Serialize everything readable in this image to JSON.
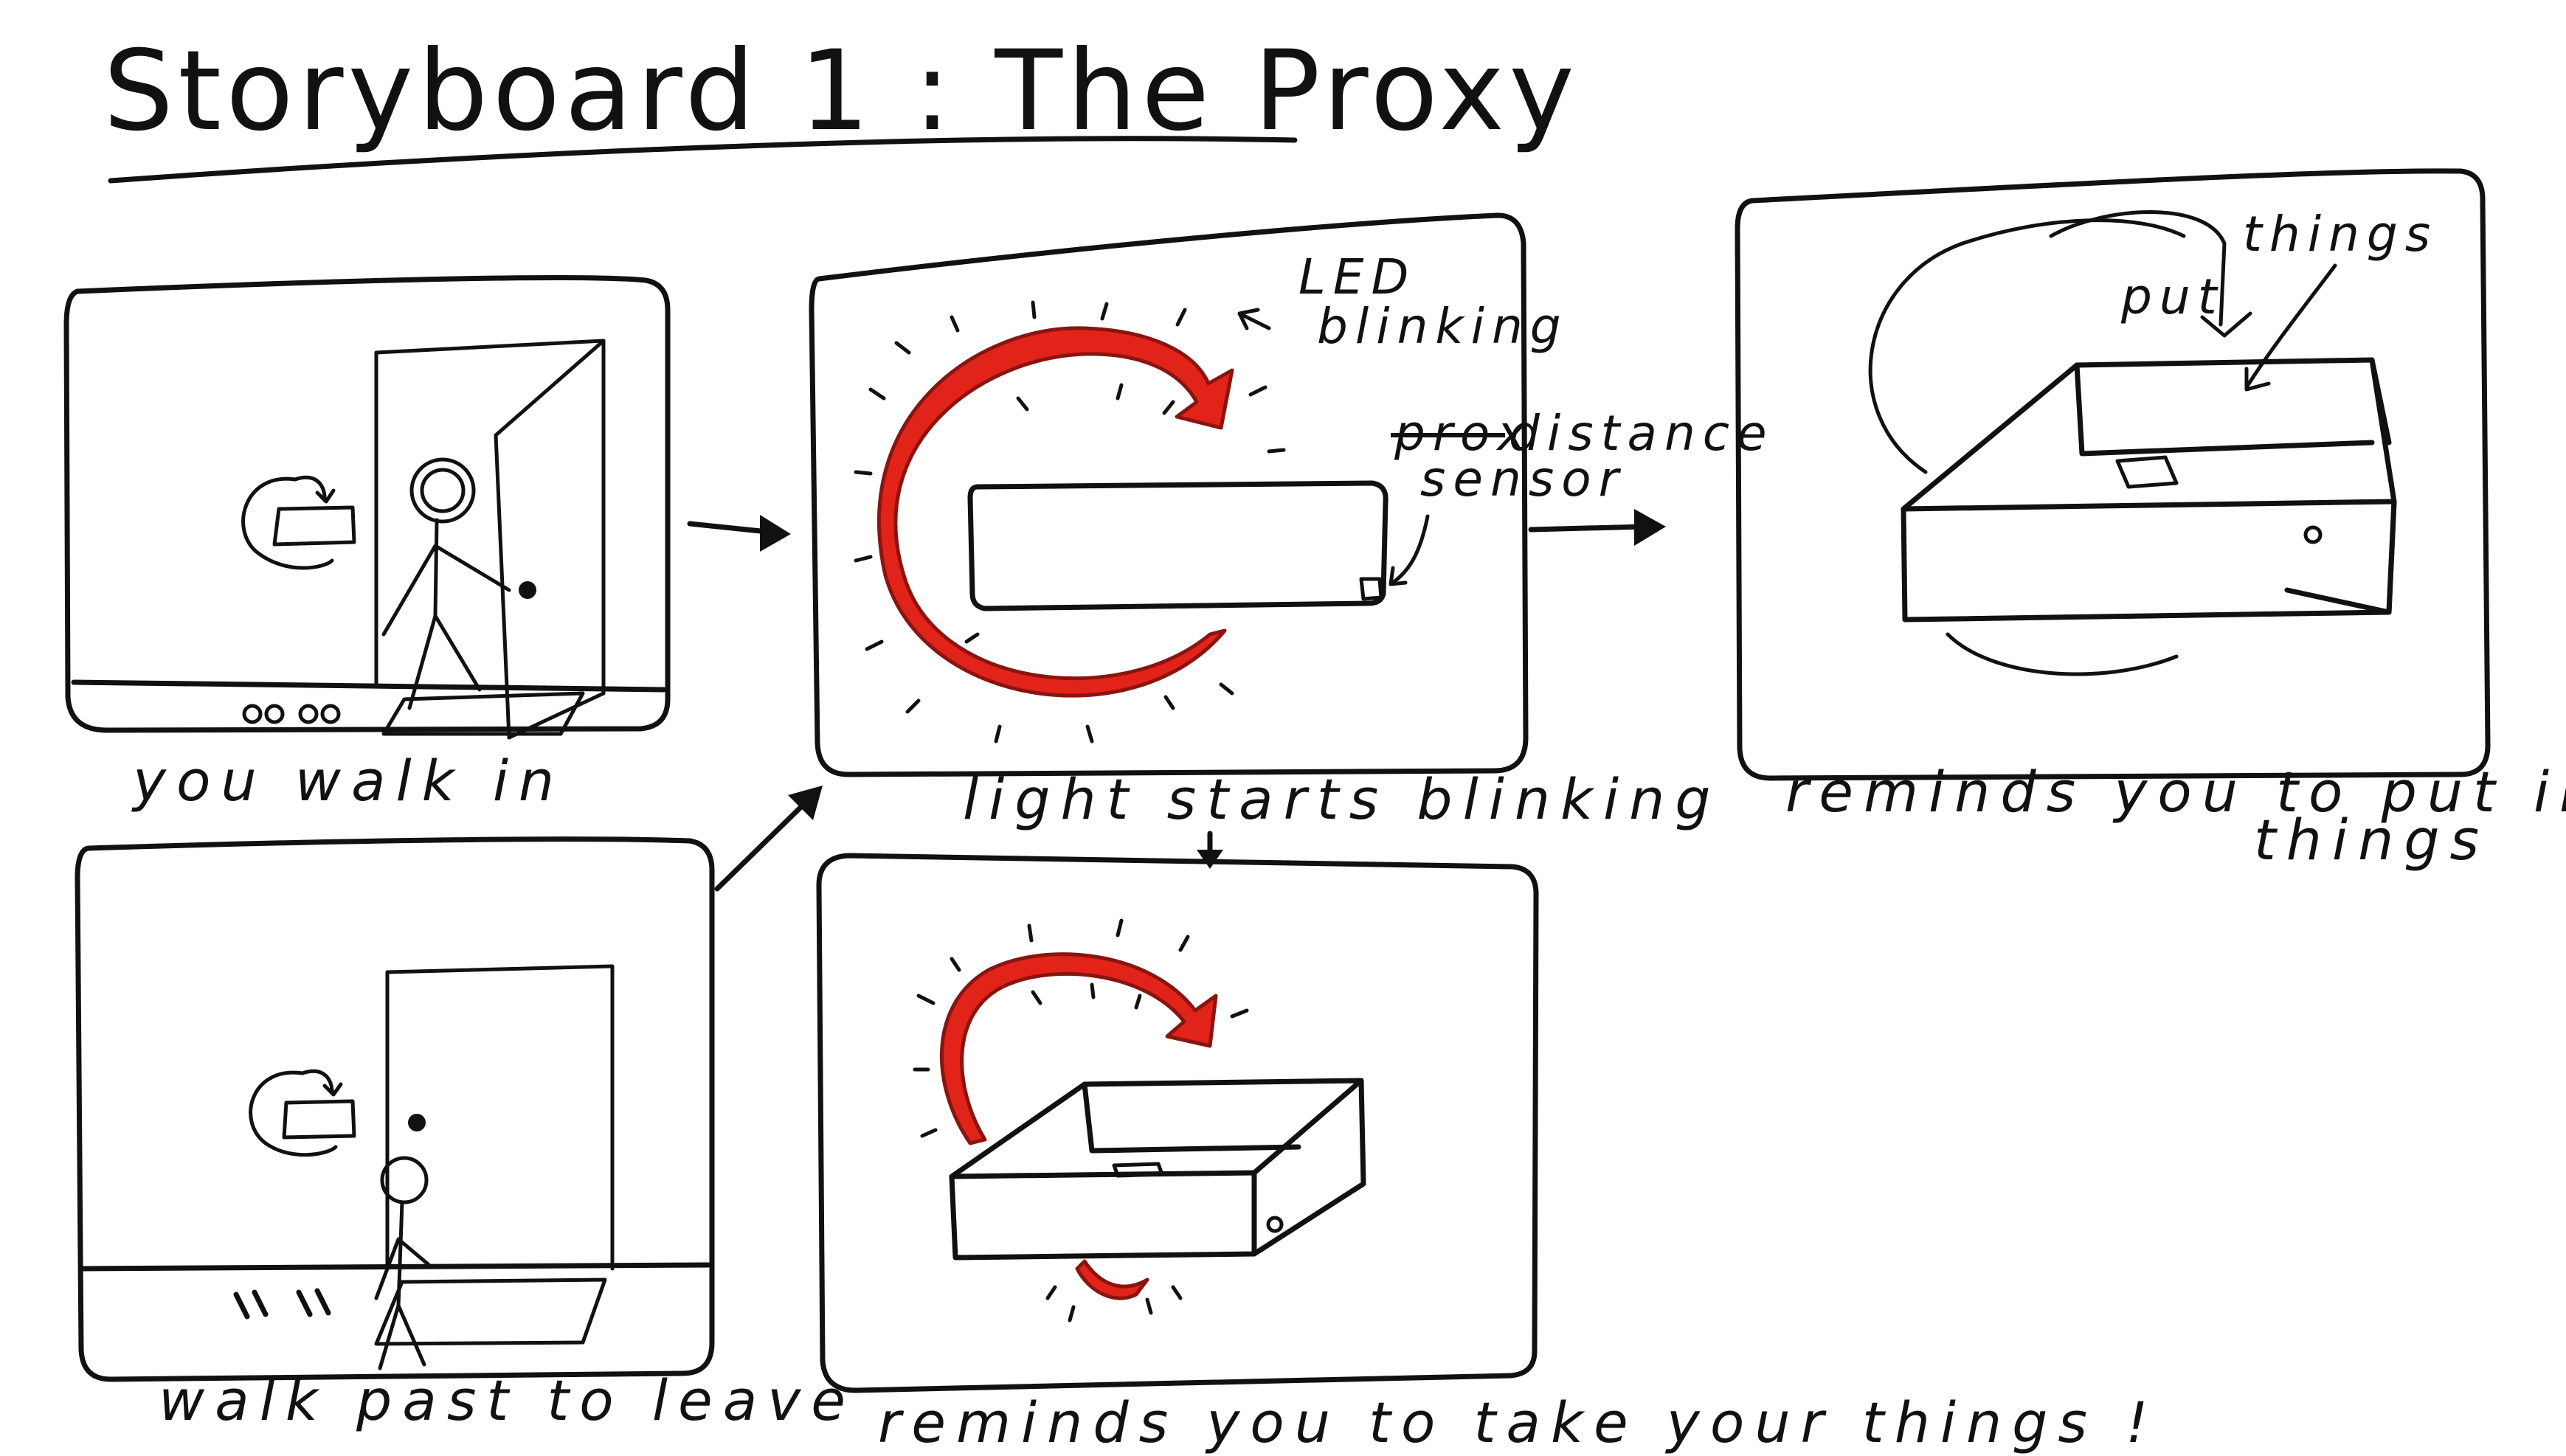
{
  "title": "Storyboard 1 : The Proxy",
  "panels": {
    "walk_in": {
      "caption": "you walk in"
    },
    "blinking": {
      "caption": "light starts blinking",
      "label_led": "LED",
      "label_blinking": "blinking",
      "label_struck": "prox",
      "label_distance": "distance",
      "label_sensor": "sensor"
    },
    "put_things": {
      "caption_line1": "reminds you to put important",
      "caption_line2": "things",
      "label_put": "put",
      "label_things": "things"
    },
    "leave": {
      "caption": "walk past to leave"
    },
    "take_things": {
      "caption": "reminds you to take your things !"
    }
  },
  "colors": {
    "ink": "#111111",
    "led": "#e2231a",
    "paper": "#ffffff"
  }
}
